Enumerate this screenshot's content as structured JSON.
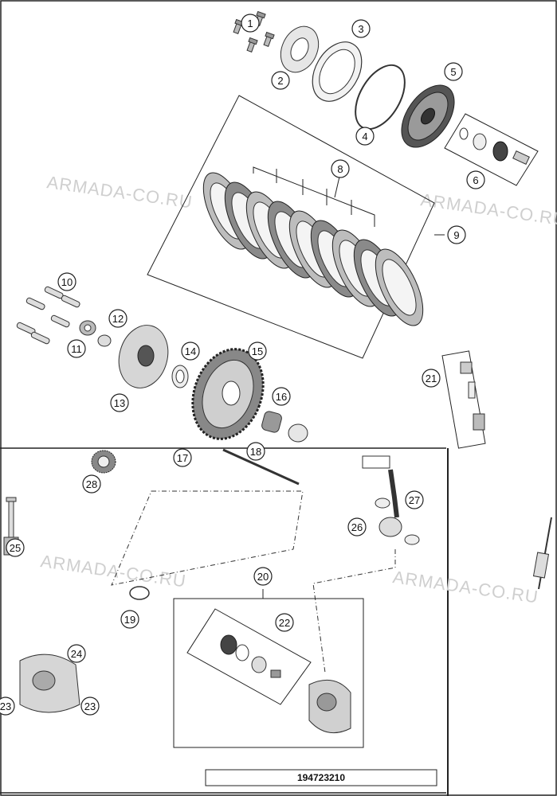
{
  "watermarks": [
    "ARMADA-CO.RU",
    "ARMADA-CO.RU",
    "ARMADA-CO.RU",
    "ARMADA-CO.RU"
  ],
  "callouts": [
    "1",
    "2",
    "3",
    "4",
    "5",
    "6",
    "8",
    "9",
    "10",
    "11",
    "12",
    "13",
    "14",
    "15",
    "16",
    "17",
    "18",
    "19",
    "20",
    "21",
    "22",
    "23",
    "23",
    "24",
    "25",
    "26",
    "27",
    "28"
  ],
  "reference_number": "194723210",
  "colors": {
    "line": "#222222",
    "watermark": "#cfcfcf",
    "part_fill": "#d9d9d9",
    "part_dark": "#555555"
  }
}
